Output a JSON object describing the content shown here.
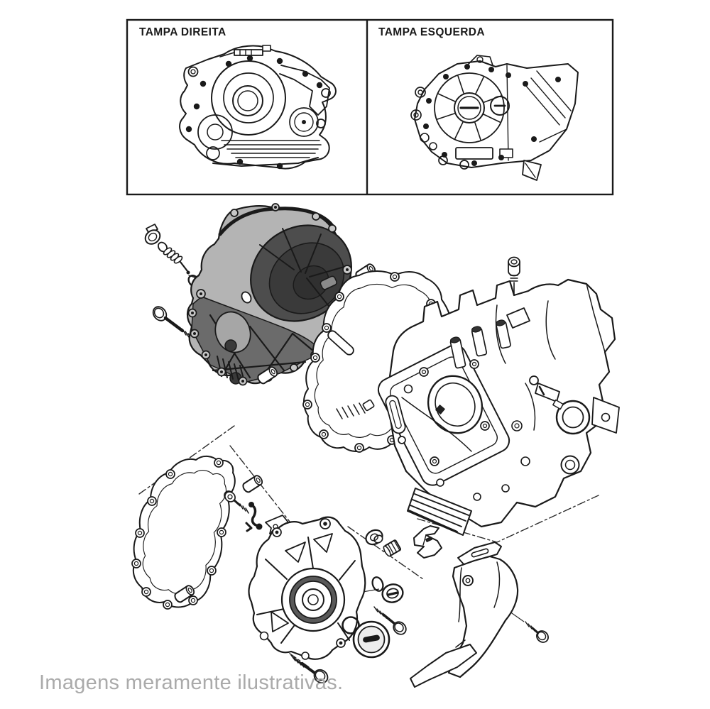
{
  "window": {
    "background": "#ffffff"
  },
  "reference_panel": {
    "border_color": "#1a1a1a",
    "left": {
      "label": "TAMPA DIREITA"
    },
    "right": {
      "label": "TAMPA ESQUERDA"
    }
  },
  "caption": {
    "text": "Imagens meramente ilustrativas.",
    "color": "#aaaaaa"
  },
  "palette": {
    "line": "#1a1a1a",
    "cover_body": "#b4b4b4",
    "cover_inner": "#4d4d4d",
    "cover_inner_deep": "#3a3a3a",
    "cover_accent": "#a6a6a6",
    "truss_panel": "#6b6b6b",
    "metal_mid": "#6f6f6f",
    "cap_fill": "#ededed"
  },
  "parts": [
    "oil-dipstick",
    "dipstick-o-ring",
    "cover-flange-bolt",
    "clutch-cover",
    "dowel-pin-1",
    "seal-grommet",
    "dowel-pin-2",
    "clutch-cover-gasket",
    "socket-bolt",
    "spacer-collar",
    "crankcase",
    "clamp-bracket",
    "left-cover-gasket",
    "dowel-pin-3",
    "dowel-pin-4",
    "switch-bolt",
    "gearshift-linkage-parts",
    "magneto-cover",
    "flanged-seal",
    "threaded-plug",
    "o-ring-small",
    "oil-filler-plug",
    "cover-bolt-short",
    "o-ring-large",
    "timing-inspection-cap",
    "retainer-clip",
    "sprocket-guard",
    "guard-bolt",
    "case-bolt"
  ]
}
